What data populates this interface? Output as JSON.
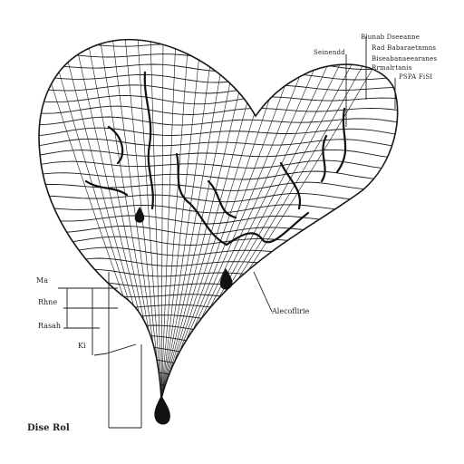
{
  "labels": {
    "top_right_1": "Blunab Dseeanne",
    "top_right_2": "Rad Babaraetnmns",
    "top_right_3": "Biseabanaeearanes",
    "top_right_4": "Rrmalrtanis",
    "top_right_5": "PSPA FiSI",
    "top_center": "Seinendd",
    "left_1": "Ma",
    "left_2": "Rhne",
    "left_3": "Rasah",
    "left_4": "Ki",
    "right_mid": "Alecoflirie",
    "bottom_left": "Dise Rol"
  },
  "colors": {
    "ink": "#1a1a1a",
    "drop": "#111111",
    "background": "#ffffff"
  }
}
